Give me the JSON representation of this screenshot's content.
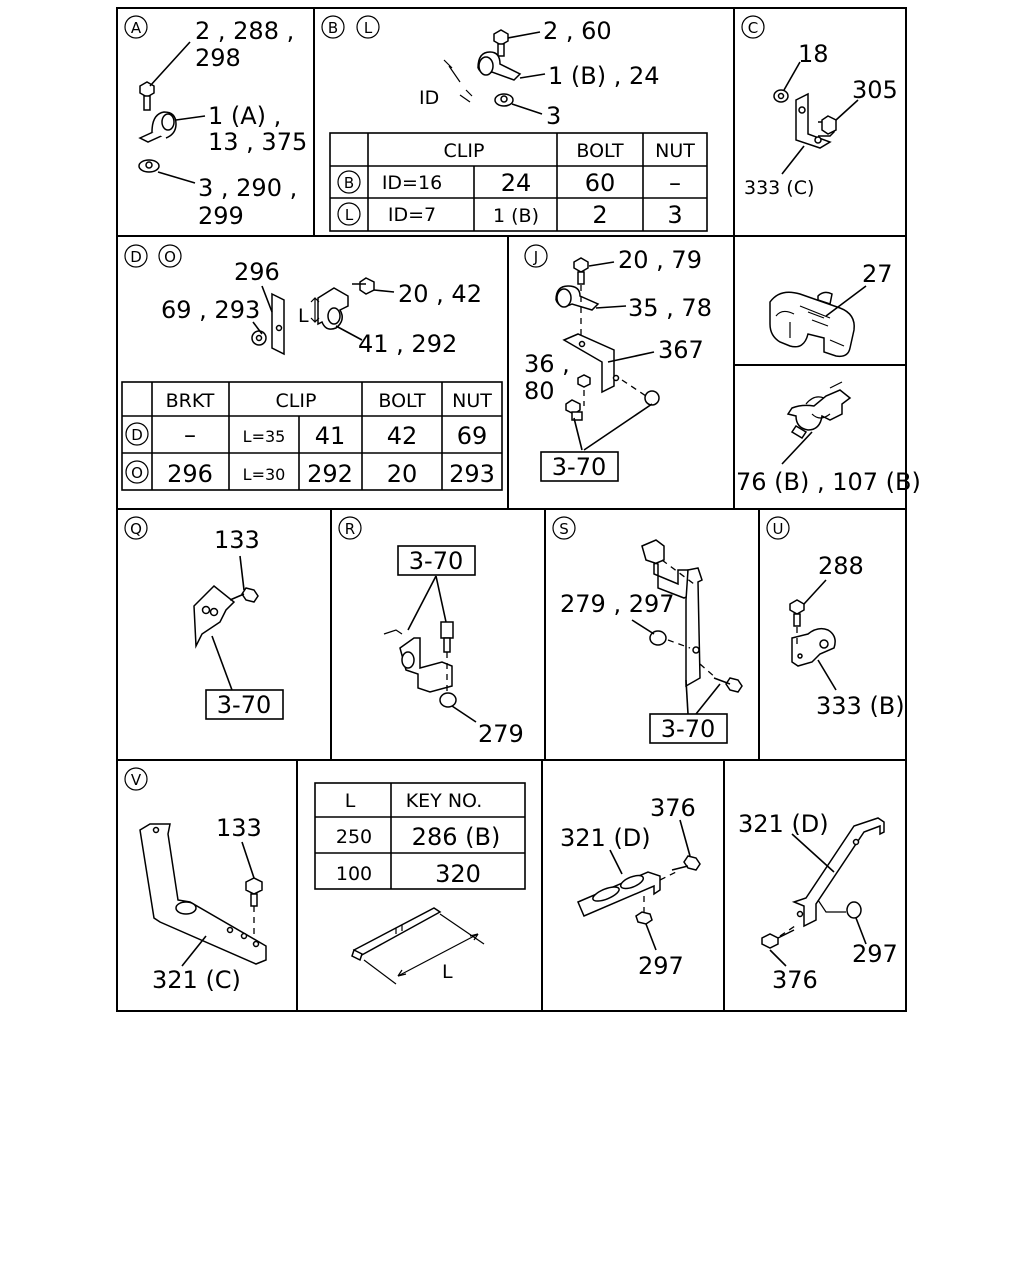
{
  "panels": {
    "A": {
      "mark": "A",
      "labels": [
        "2 , 288 ,",
        "298",
        "1 (A) ,",
        "13 , 375",
        "3 , 290 ,",
        "299"
      ]
    },
    "BL": {
      "marks": [
        "B",
        "L"
      ],
      "labels": [
        "2 , 60",
        "1 (B) , 24",
        "3",
        "ID"
      ],
      "table": {
        "headers": [
          "CLIP",
          "BOLT",
          "NUT"
        ],
        "rows": [
          {
            "mark": "B",
            "cells": [
              "ID=16",
              "24",
              "60",
              "–"
            ]
          },
          {
            "mark": "L",
            "cells": [
              "ID=7",
              "1 (B)",
              "2",
              "3"
            ]
          }
        ]
      }
    },
    "C": {
      "mark": "C",
      "labels": [
        "18",
        "305",
        "333 (C)"
      ]
    },
    "DO": {
      "marks": [
        "D",
        "O"
      ],
      "labels": [
        "296",
        "20 , 42",
        "69 , 293",
        "L",
        "41 , 292"
      ],
      "table": {
        "headers": [
          "BRKT",
          "CLIP",
          "BOLT",
          "NUT"
        ],
        "rows": [
          {
            "mark": "D",
            "cells": [
              "–",
              "L=35",
              "41",
              "42",
              "69"
            ]
          },
          {
            "mark": "O",
            "cells": [
              "296",
              "L=30",
              "292",
              "20",
              "293"
            ]
          }
        ]
      }
    },
    "J": {
      "mark": "J",
      "labels": [
        "20 , 79",
        "35 , 78",
        "36 ,",
        "80",
        "367",
        "3-70"
      ]
    },
    "P27": {
      "labels": [
        "27"
      ]
    },
    "P76": {
      "labels": [
        "76 (B) , 107 (B)"
      ]
    },
    "Q": {
      "mark": "Q",
      "labels": [
        "133",
        "3-70"
      ]
    },
    "R": {
      "mark": "R",
      "labels": [
        "3-70",
        "279"
      ]
    },
    "S": {
      "mark": "S",
      "labels": [
        "279 , 297",
        "3-70"
      ]
    },
    "U": {
      "mark": "U",
      "labels": [
        "288",
        "333 (B)"
      ]
    },
    "V": {
      "mark": "V",
      "labels": [
        "133",
        "321 (C)"
      ]
    },
    "KEY": {
      "table": {
        "headers": [
          "L",
          "KEY  NO."
        ],
        "rows": [
          {
            "cells": [
              "250",
              "286 (B)"
            ]
          },
          {
            "cells": [
              "100",
              "320"
            ]
          }
        ]
      },
      "labels": [
        "L"
      ]
    },
    "P321D1": {
      "labels": [
        "376",
        "321 (D)",
        "297"
      ]
    },
    "P321D2": {
      "labels": [
        "321 (D)",
        "297",
        "376"
      ]
    }
  }
}
